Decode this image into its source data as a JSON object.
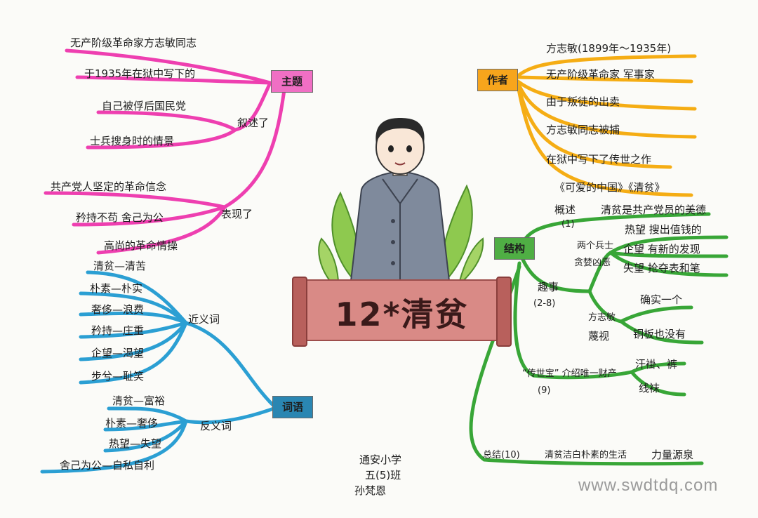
{
  "title": "12*清贫",
  "watermark": "www.swdtdq.com",
  "signature": {
    "school": "通安小学",
    "class": "五(5)班",
    "name": "孙梵恩"
  },
  "colors": {
    "theme": "#ee3fb0",
    "author": "#f5ad14",
    "words": "#2b9fd3",
    "structure": "#38a637"
  },
  "theme": {
    "label": "主题",
    "leaves": [
      "无产阶级革命家方志敏同志",
      "于1935年在狱中写下的"
    ],
    "narrated": {
      "label": "叙述了",
      "items": [
        "自己被俘后国民党",
        "士兵搜身时的情景"
      ]
    },
    "shown": {
      "label": "表现了",
      "items": [
        "共产党人坚定的革命信念",
        "矜持不苟  舍己为公",
        "高尚的革命情操"
      ]
    }
  },
  "author": {
    "label": "作者",
    "items": [
      "方志敏(1899年～1935年)",
      "无产阶级革命家  军事家",
      "由于叛徒的出卖",
      "方志敏同志被捕",
      "在狱中写下了传世之作",
      "《可爱的中国》《清贫》"
    ]
  },
  "words": {
    "label": "词语",
    "synonyms": {
      "label": "近义词",
      "items": [
        "清贫—清苦",
        "朴素—朴实",
        "奢侈—浪费",
        "矜持—庄重",
        "企望—渴望",
        "步兮—耻笑"
      ]
    },
    "antonyms": {
      "label": "反义词",
      "items": [
        "清贫—富裕",
        "朴素—奢侈",
        "热望—失望",
        "舍己为公—自私自利"
      ]
    }
  },
  "structure": {
    "label": "结构",
    "overview": {
      "label": "概述",
      "num": "(1)",
      "text": "清贫是共产党员的美德"
    },
    "story": {
      "label": "趣事",
      "num": "(2-8)",
      "soldiers": {
        "label": "两个兵士",
        "label2": "贪婪凶恶",
        "items": [
          "热望  搜出值钱的",
          "企望  有新的发现",
          "失望  抢夺表和笔"
        ]
      },
      "fang": {
        "label": "方志敏",
        "label2": "蔑视",
        "items": [
          "确实一个",
          "铜板也没有"
        ]
      }
    },
    "treasure": {
      "label": "“传世宝”  介绍唯一财产",
      "num": "(9)",
      "items": [
        "汗褂、裤",
        "线袜"
      ]
    },
    "summary": {
      "label": "总结(10)",
      "text": "清贫洁白朴素的生活",
      "text2": "力量源泉"
    }
  }
}
